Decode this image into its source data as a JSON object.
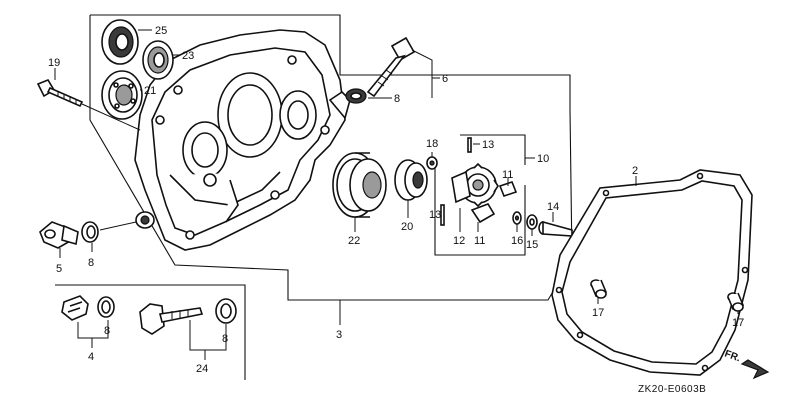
{
  "callouts": {
    "c2": "2",
    "c3": "3",
    "c4": "4",
    "c5": "5",
    "c6": "6",
    "c8a": "8",
    "c8b": "8",
    "c8c": "8",
    "c8d": "8",
    "c10": "10",
    "c11a": "11",
    "c11b": "11",
    "c12": "12",
    "c13a": "13",
    "c13b": "13",
    "c14": "14",
    "c15": "15",
    "c16": "16",
    "c17a": "17",
    "c17b": "17",
    "c18": "18",
    "c19": "19",
    "c20": "20",
    "c21": "21",
    "c22": "22",
    "c23": "23",
    "c24": "24",
    "c25": "25"
  },
  "diagram_code": "ZK20-E0603B",
  "front_marker": "FR."
}
